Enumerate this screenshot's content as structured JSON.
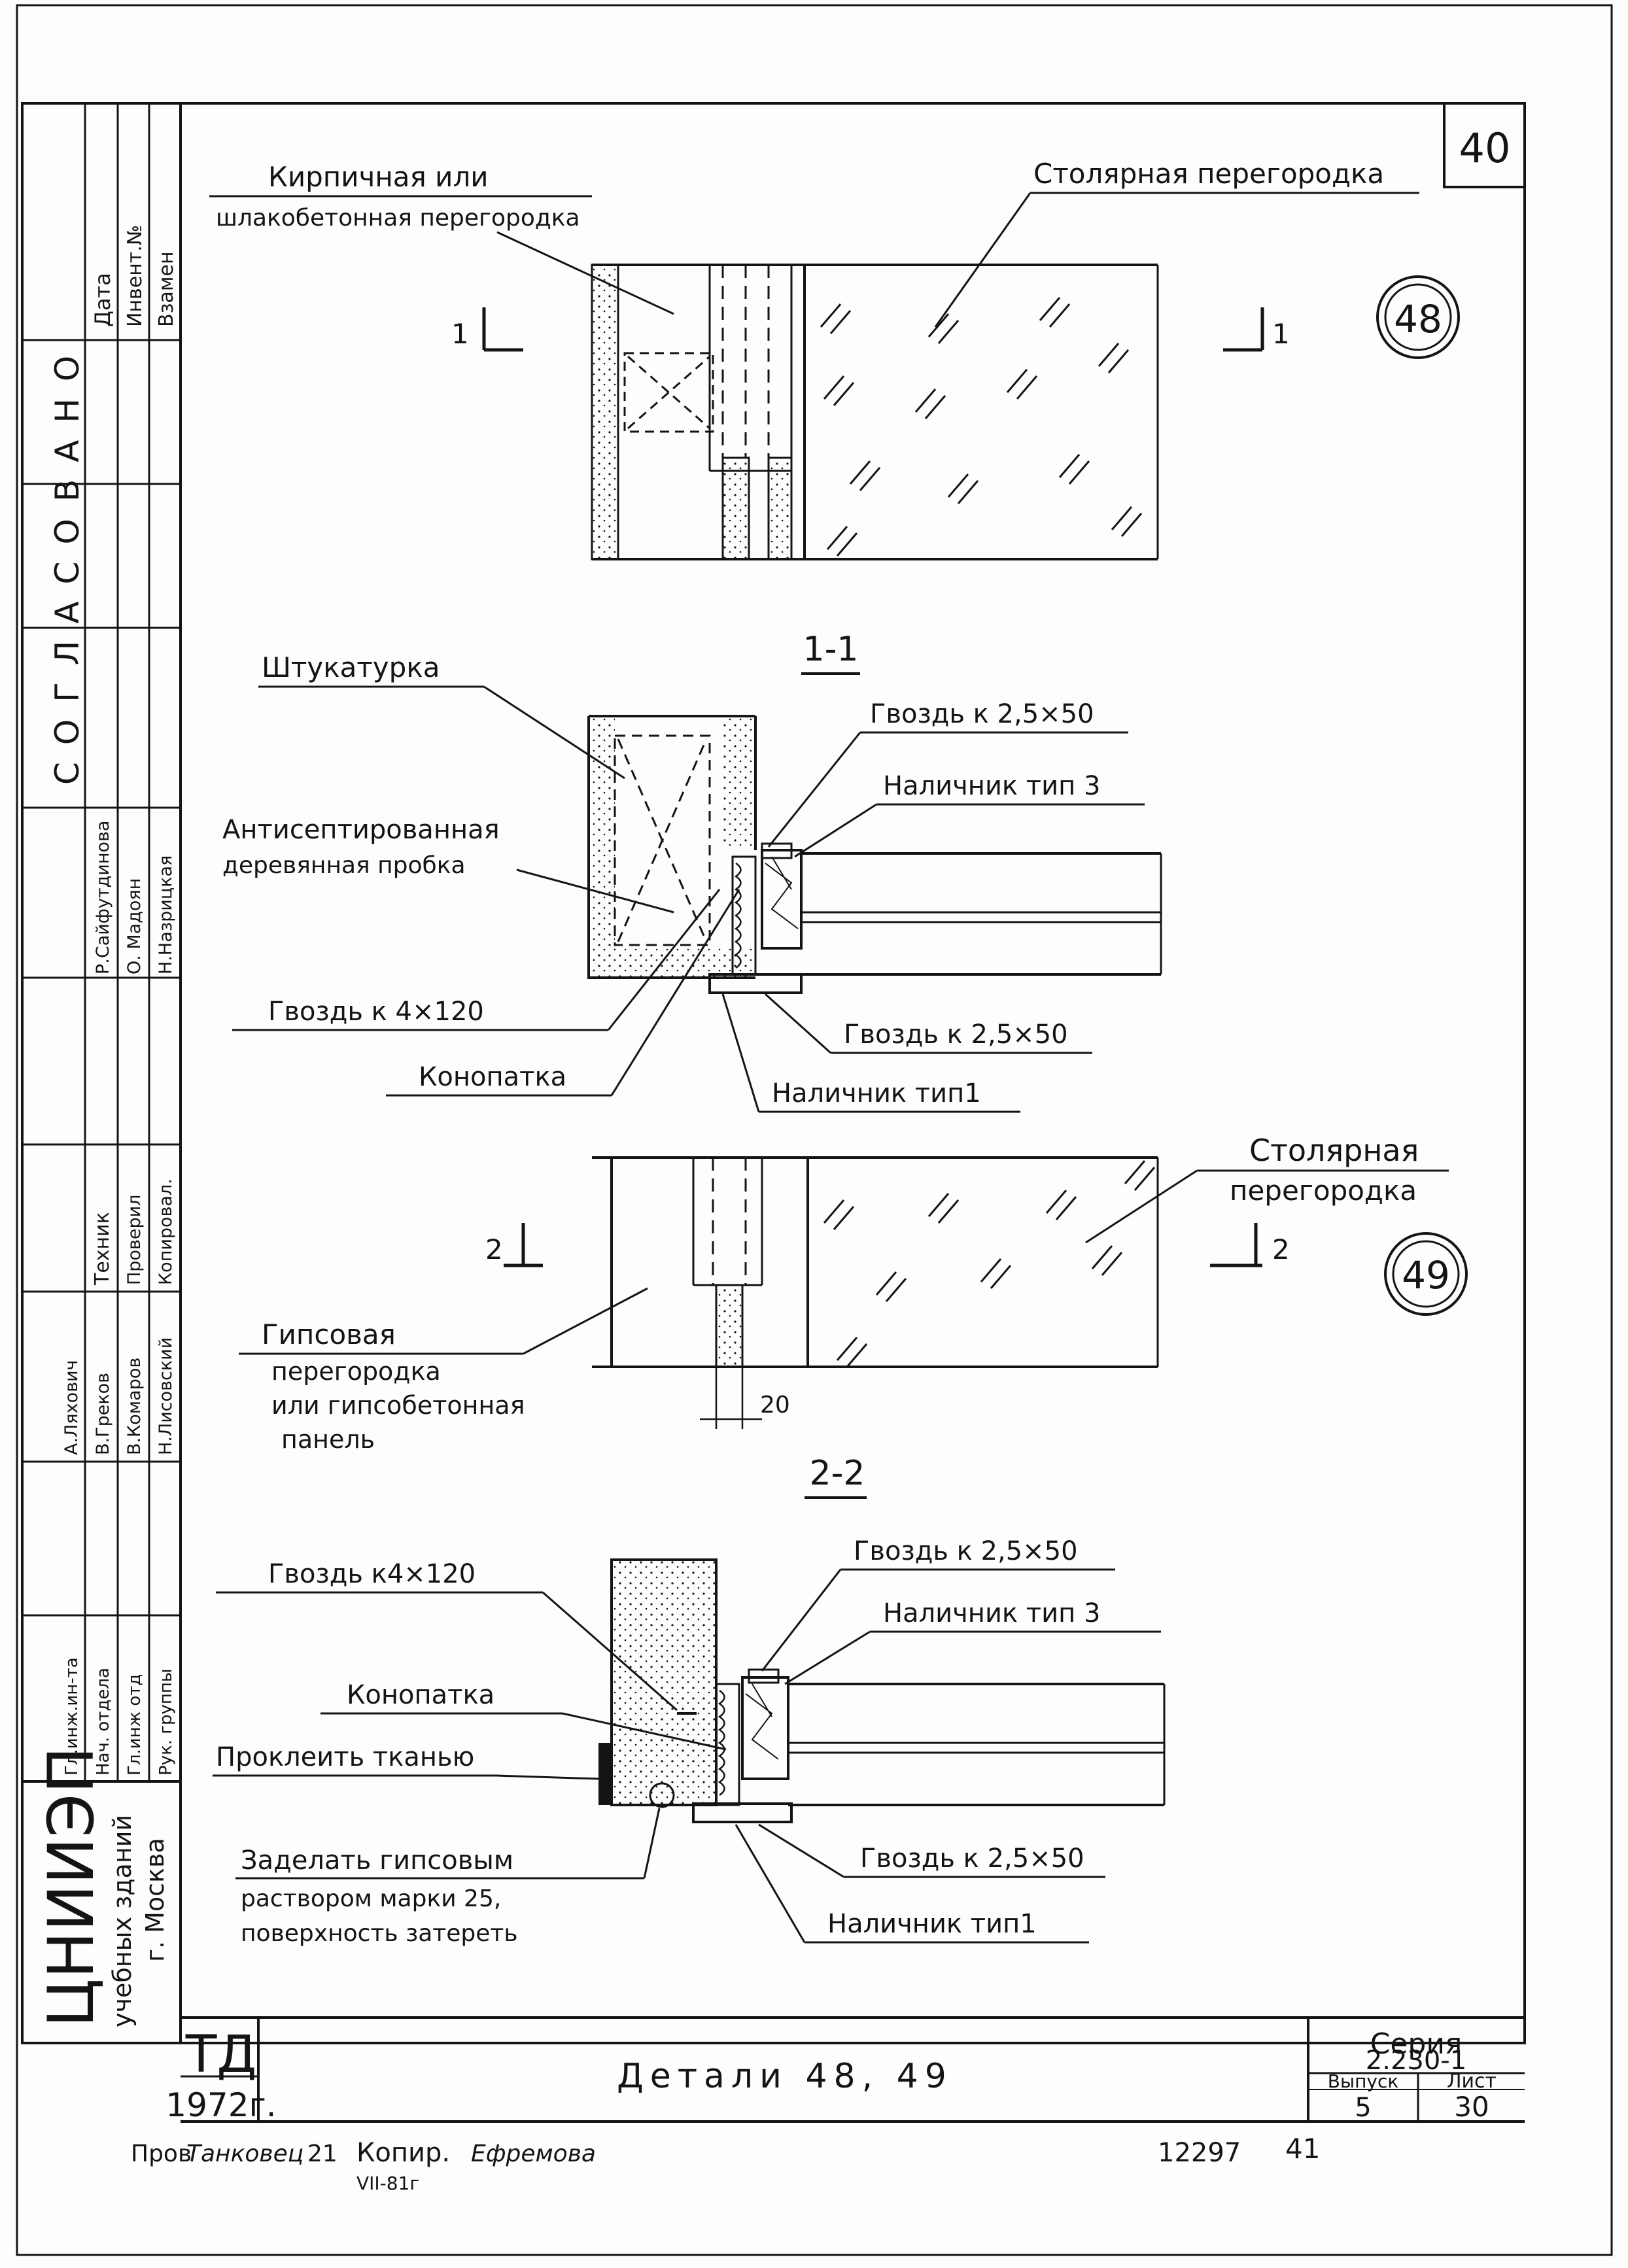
{
  "sheet_number": "40",
  "detail_48": {
    "label_brick": "Кирпичная или",
    "label_brick_2": "шлакобетонная перегородка",
    "label_joinery": "Столярная перегородка",
    "badge": "48",
    "section_left": "1",
    "section_right": "1"
  },
  "section_1_1": {
    "title": "1-1",
    "label_plaster": "Штукатурка",
    "label_nail_top": "Гвоздь к 2,5×50",
    "label_trim_top": "Наличник тип 3",
    "label_antiseptic": "Антисептированная",
    "label_antiseptic_2": "деревянная пробка",
    "label_nail_large": "Гвоздь к 4×120",
    "label_nail_bottom": "Гвоздь к 2,5×50",
    "label_caulk": "Конопатка",
    "label_trim_bottom": "Наличник тип1"
  },
  "detail_49": {
    "label_joinery": "Столярная",
    "label_joinery_2": "перегородка",
    "badge": "49",
    "section_left": "2",
    "section_right": "2",
    "label_gypsum": "Гипсовая",
    "label_gypsum_2": "перегородка",
    "label_gypsum_3": "или гипсобетонная",
    "label_gypsum_4": "панель",
    "dim": "20"
  },
  "section_2_2": {
    "title": "2-2",
    "label_nail_large": "Гвоздь к4×120",
    "label_nail_top": "Гвоздь к 2,5×50",
    "label_trim_top": "Наличник тип 3",
    "label_caulk": "Конопатка",
    "label_glue": "Проклеить тканью",
    "label_fill": "Заделать гипсовым",
    "label_fill_2": "раствором марки 25,",
    "label_fill_3": "поверхность затереть",
    "label_nail_bottom": "Гвоздь к 2,5×50",
    "label_trim_bottom": "Наличник тип1"
  },
  "sidebar": {
    "agreed": "СОГЛАСОВАНО",
    "date": "Дата",
    "inv": "Инвент.№",
    "replace": "Взамен",
    "sign_names": [
      "Р.Сайфутдинова",
      "О. Мадоян",
      "Н.Назрицкая"
    ],
    "roles_mid": [
      "Техник",
      "Проверил",
      "Копировал."
    ],
    "names": [
      "А.Ляхович",
      "В.Греков",
      "В.Комаров",
      "Н.Лисовский"
    ],
    "roles": [
      "Гл.инж.ин-та",
      "Нач. отдела",
      "Гл.инж отд",
      "Рук. группы"
    ],
    "org": "ЦНИИЭП",
    "org_2": "учебных зданий",
    "org_3": "г. Москва"
  },
  "title_block": {
    "td": "ТД",
    "year": "1972г.",
    "title": "Детали 48, 49",
    "series_label": "Серия",
    "series": "2.230-1",
    "issue_label": "Выпуск",
    "issue": "5",
    "sheet_label": "Лист",
    "sheet": "30"
  },
  "footer": {
    "check": "Пров",
    "check_name": "Танковец",
    "check_num": "21",
    "copy": "Копир.",
    "copy_name": "Ефремова",
    "date": "VII-81г",
    "code": "12297",
    "page": "41"
  },
  "colors": {
    "ink": "#141414",
    "paper": "#fdfdfb"
  }
}
